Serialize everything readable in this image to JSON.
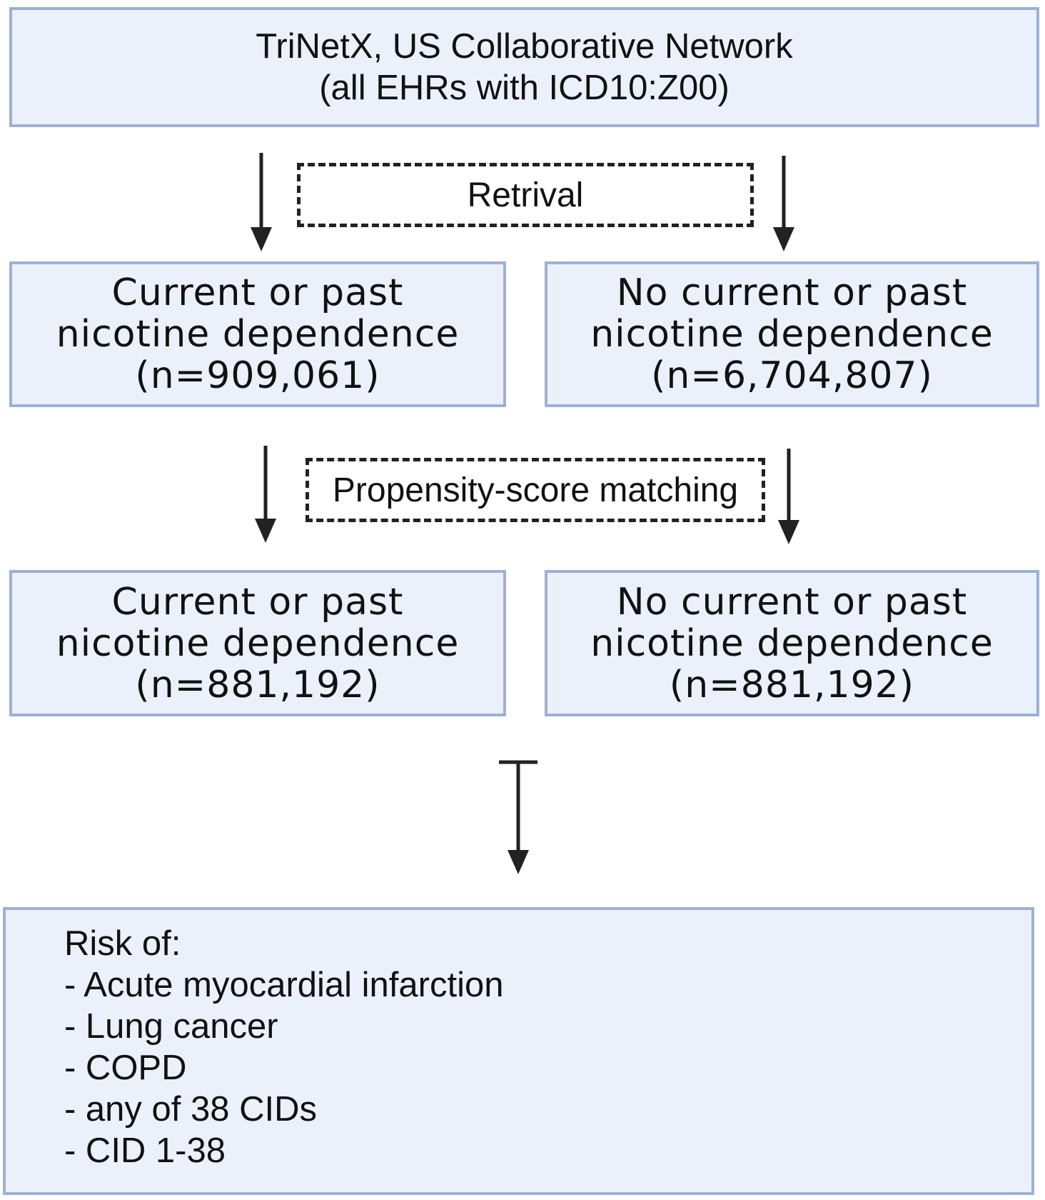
{
  "source": {
    "line1": "TriNetX, US Collaborative Network",
    "line2": "(all EHRs with ICD10:Z00)"
  },
  "step1_label": "Retrival",
  "cohort_initial": {
    "left": {
      "line1": "Current or past",
      "line2": "nicotine dependence",
      "line3": "(n=909,061)"
    },
    "right": {
      "line1": "No current or past",
      "line2": "nicotine dependence",
      "line3": "(n=6,704,807)"
    }
  },
  "step2_label": "Propensity-score matching",
  "cohort_matched": {
    "left": {
      "line1": "Current or past",
      "line2": "nicotine dependence",
      "line3": "(n=881,192)"
    },
    "right": {
      "line1": "No current or past",
      "line2": "nicotine dependence",
      "line3": "(n=881,192)"
    }
  },
  "outcomes": {
    "heading": "Risk of:",
    "items": [
      "- Acute myocardial infarction",
      "- Lung cancer",
      "- COPD",
      "- any of 38 CIDs",
      "- CID 1-38"
    ]
  }
}
